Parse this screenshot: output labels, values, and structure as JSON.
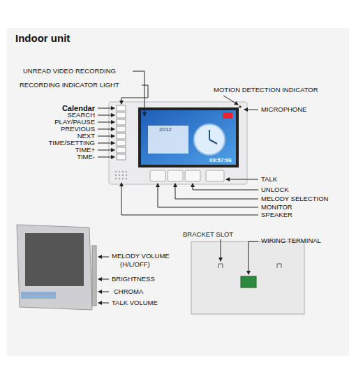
{
  "diagram": {
    "title": "Indoor unit",
    "labels": [
      "UNREAD VIDEO RECORDING",
      "RECORDING INDICATOR LIGHT",
      "Calendar",
      "SEARCH",
      "PLAY/PAUSE",
      "PREVIOUS",
      "NEXT",
      "TIME/SETTING",
      "TIME+",
      "TIME-",
      "MOTION DETECTION INDICATOR",
      "MICROPHONE",
      "TALK",
      "UNLOCK",
      "MELODY SELECTION",
      "MONITOR",
      "SPEAKER",
      "2012",
      "09:57:06",
      "MELODY VOLUME",
      "(H/L/OFF)",
      "BRIGHTNESS",
      "CHROMA",
      "TALK VOLUME",
      "BRACKET SLOT",
      "WIRING TERMINAL"
    ]
  }
}
